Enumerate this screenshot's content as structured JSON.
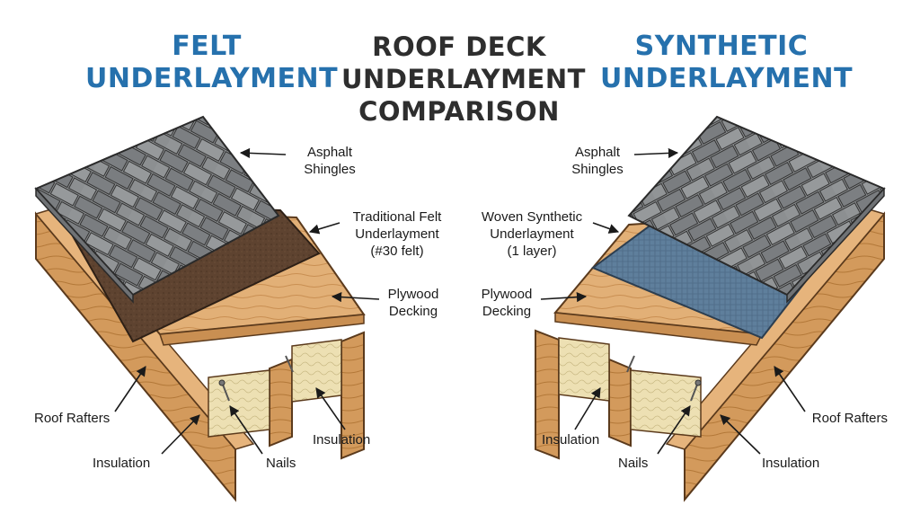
{
  "titles": {
    "left": [
      "FELT",
      "UNDERLAYMENT"
    ],
    "center": [
      "ROOF DECK",
      "UNDERLAYMENT",
      "COMPARISON"
    ],
    "right": [
      "SYNTHETIC",
      "UNDERLAYMENT"
    ]
  },
  "left_labels": {
    "shingles": [
      "Asphalt",
      "Shingles"
    ],
    "felt": [
      "Traditional Felt",
      "Underlayment",
      "(#30 felt)"
    ],
    "plywood": [
      "Plywood",
      "Decking"
    ],
    "rafters": "Roof Rafters",
    "insulation_front": "Insulation",
    "insulation_back": "Insulation",
    "nails": "Nails"
  },
  "right_labels": {
    "shingles": [
      "Asphalt",
      "Shingles"
    ],
    "synthetic": [
      "Woven Synthetic",
      "Underlayment",
      "(1 layer)"
    ],
    "plywood": [
      "Plywood",
      "Decking"
    ],
    "rafters": "Roof Rafters",
    "insulation_front": "Insulation",
    "insulation_back": "Insulation",
    "nails": "Nails"
  },
  "colors": {
    "title_blue": "#2671ad",
    "title_dark": "#2e2e2e",
    "shingle": "#8a8d8f",
    "felt": "#5e4330",
    "synthetic": "#5f7f9c",
    "plywood": "#e2b077",
    "rafter": "#d39a5c",
    "insulation": "#ede0b3"
  }
}
